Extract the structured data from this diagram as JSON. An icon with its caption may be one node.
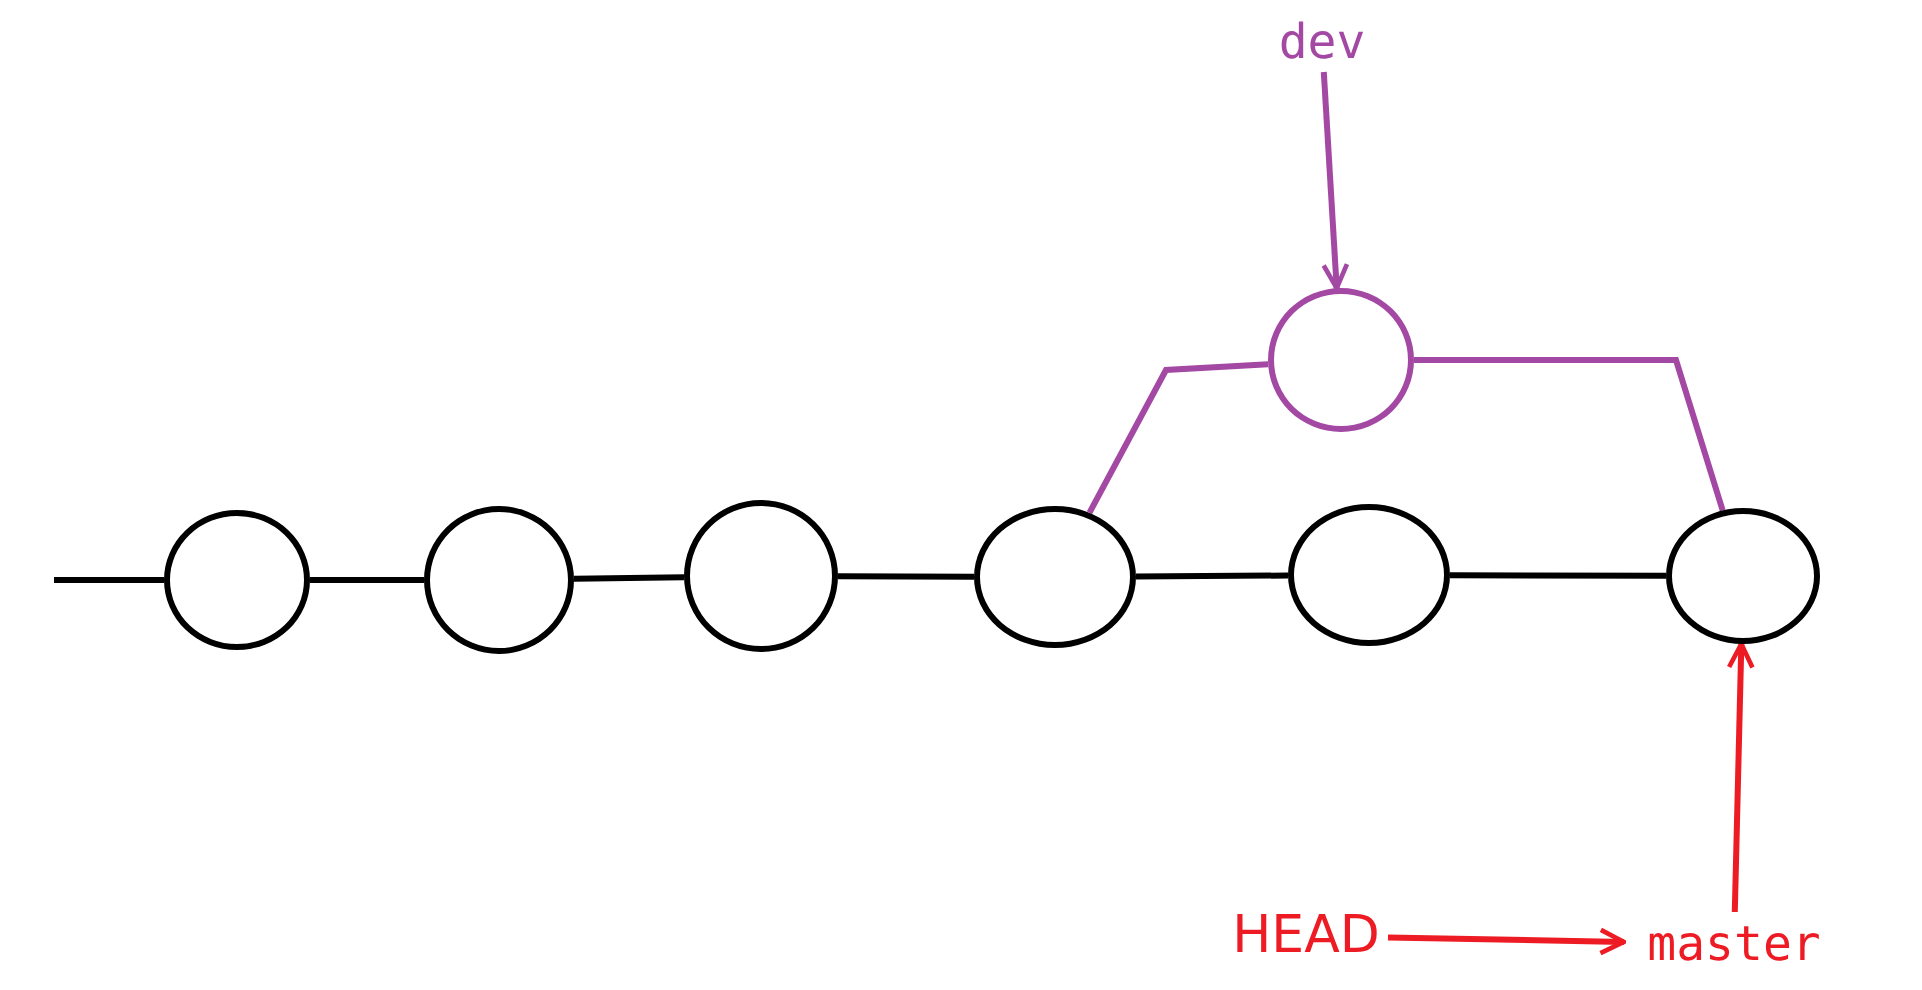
{
  "diagram": {
    "nodes": [
      {
        "text": [],
        "shape": "circle"
      },
      {
        "text": [],
        "shape": "circle"
      },
      {
        "text": [],
        "shape": "circle"
      },
      {
        "text": [],
        "shape": "circle"
      },
      {
        "text": [],
        "shape": "circle"
      },
      {
        "text": [],
        "shape": "circle"
      },
      {
        "text": [],
        "shape": "circle"
      },
      {
        "text": [
          "dev"
        ]
      },
      {
        "text": [
          "HEAD"
        ]
      },
      {
        "text": [
          "master"
        ]
      }
    ],
    "edges": [
      {
        "from": null,
        "to": 0,
        "arrow": "none"
      },
      {
        "from": 0,
        "to": 1,
        "arrow": "none"
      },
      {
        "from": 1,
        "to": 2,
        "arrow": "none"
      },
      {
        "from": 2,
        "to": 3,
        "arrow": "none"
      },
      {
        "from": 3,
        "to": 5,
        "arrow": "none"
      },
      {
        "from": 5,
        "to": 6,
        "arrow": "none"
      },
      {
        "from": 3,
        "to": 4,
        "arrow": "none",
        "color": "#a349a4"
      },
      {
        "from": 4,
        "to": 6,
        "arrow": "none",
        "color": "#a349a4"
      },
      {
        "from": 7,
        "to": 4,
        "arrow": "to",
        "color": "#a349a4"
      },
      {
        "from": 9,
        "to": 6,
        "arrow": "to",
        "color": "#ed1c24"
      },
      {
        "from": 8,
        "to": 9,
        "arrow": "to",
        "color": "#ed1c24"
      }
    ]
  }
}
